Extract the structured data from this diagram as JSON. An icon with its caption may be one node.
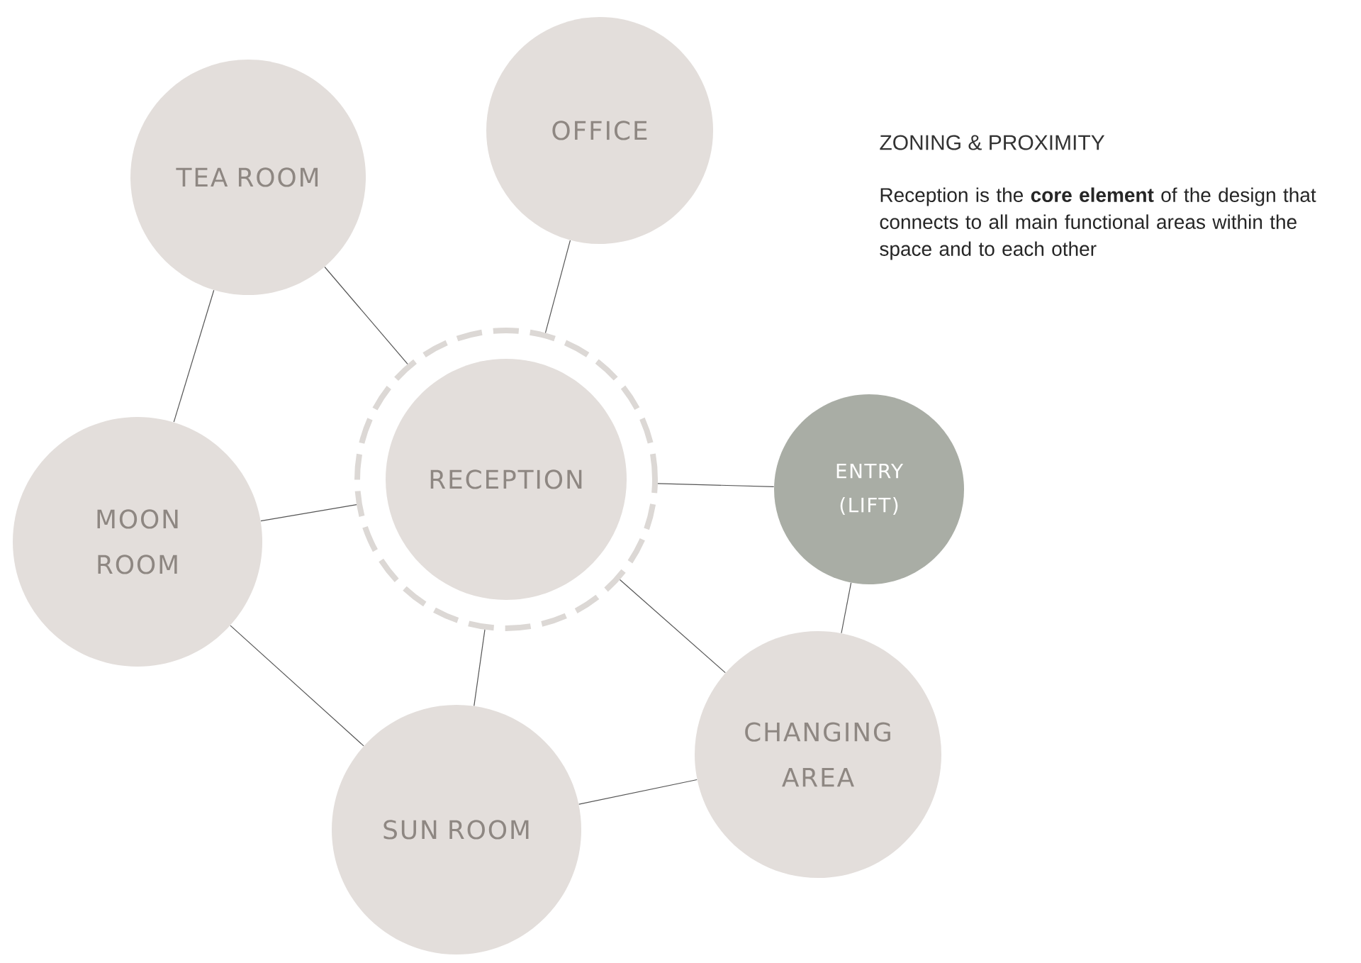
{
  "diagram": {
    "title": "ZONING & PROXIMITY",
    "caption": "Reception is the **core element** of the design that connects to all main functional areas within the space and to each other",
    "nodes": [
      {
        "text": [
          "TEA ROOM"
        ]
      },
      {
        "text": [
          "OFFICE"
        ]
      },
      {
        "text": [
          "RECEPTION"
        ]
      },
      {
        "text": [
          "ENTRY (LIFT)"
        ]
      },
      {
        "text": [
          "MOON ROOM"
        ]
      },
      {
        "text": [
          "CHANGING AREA"
        ]
      },
      {
        "text": [
          "SUN ROOM"
        ]
      }
    ],
    "edges": [
      {
        "from": 0,
        "to": 2,
        "arrow": "none"
      },
      {
        "from": 1,
        "to": 2,
        "arrow": "none"
      },
      {
        "from": 0,
        "to": 4,
        "arrow": "none"
      },
      {
        "from": 4,
        "to": 2,
        "arrow": "none"
      },
      {
        "from": 2,
        "to": 3,
        "arrow": "none"
      },
      {
        "from": 3,
        "to": 5,
        "arrow": "none"
      },
      {
        "from": 2,
        "to": 5,
        "arrow": "none"
      },
      {
        "from": 4,
        "to": 6,
        "arrow": "none"
      },
      {
        "from": 6,
        "to": 2,
        "arrow": "none"
      },
      {
        "from": 6,
        "to": 5,
        "arrow": "none"
      }
    ]
  }
}
